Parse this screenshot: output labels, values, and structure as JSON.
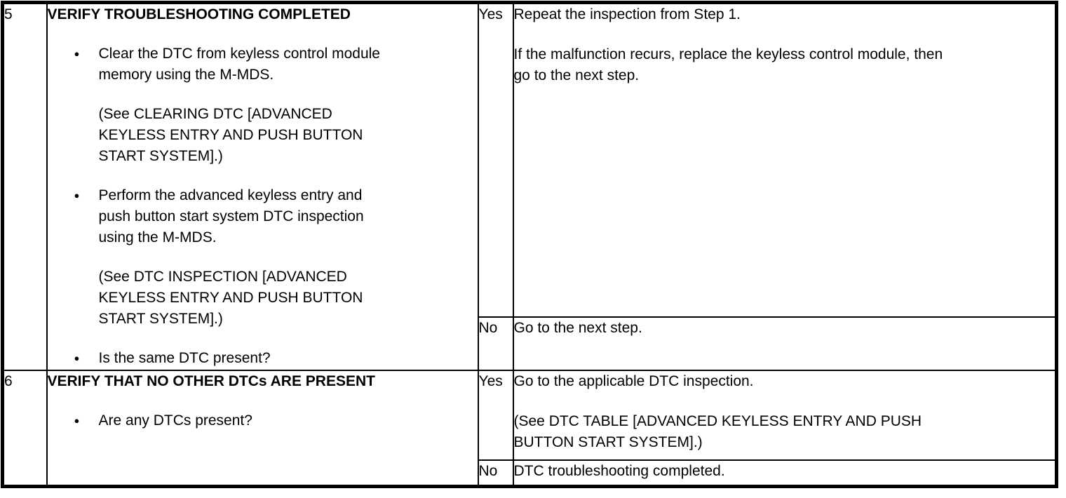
{
  "glyphs": {
    "bullet": "●"
  },
  "steps": [
    {
      "number": "5",
      "title": "VERIFY TROUBLESHOOTING COMPLETED",
      "bullets": [
        {
          "lines": [
            "Clear the DTC from keyless control module",
            "memory using the M-MDS."
          ],
          "note_lines": [
            "(See CLEARING DTC [ADVANCED",
            "KEYLESS ENTRY AND PUSH BUTTON",
            "START SYSTEM].)"
          ]
        },
        {
          "lines": [
            "Perform the advanced keyless entry and",
            "push button start system DTC inspection",
            "using the M-MDS."
          ],
          "note_lines": [
            "(See DTC INSPECTION [ADVANCED",
            "KEYLESS ENTRY AND PUSH BUTTON",
            "START SYSTEM].)"
          ]
        },
        {
          "lines": [
            "Is the same DTC present?"
          ],
          "note_lines": []
        }
      ],
      "yes_label": "Yes",
      "yes_paragraphs": [
        [
          "Repeat the inspection from Step 1."
        ],
        [
          "If the malfunction recurs, replace the keyless control module, then",
          "go to the next step."
        ]
      ],
      "no_label": "No",
      "no_paragraphs": [
        [
          "Go to the next step."
        ]
      ]
    },
    {
      "number": "6",
      "title": "VERIFY THAT NO OTHER DTCs ARE PRESENT",
      "bullets": [
        {
          "lines": [
            "Are any DTCs present?"
          ],
          "note_lines": []
        }
      ],
      "yes_label": "Yes",
      "yes_paragraphs": [
        [
          "Go to the applicable DTC inspection."
        ],
        [
          "(See DTC TABLE [ADVANCED KEYLESS ENTRY AND PUSH",
          "BUTTON START SYSTEM].)"
        ]
      ],
      "no_label": "No",
      "no_paragraphs": [
        [
          "DTC troubleshooting completed."
        ]
      ]
    }
  ]
}
